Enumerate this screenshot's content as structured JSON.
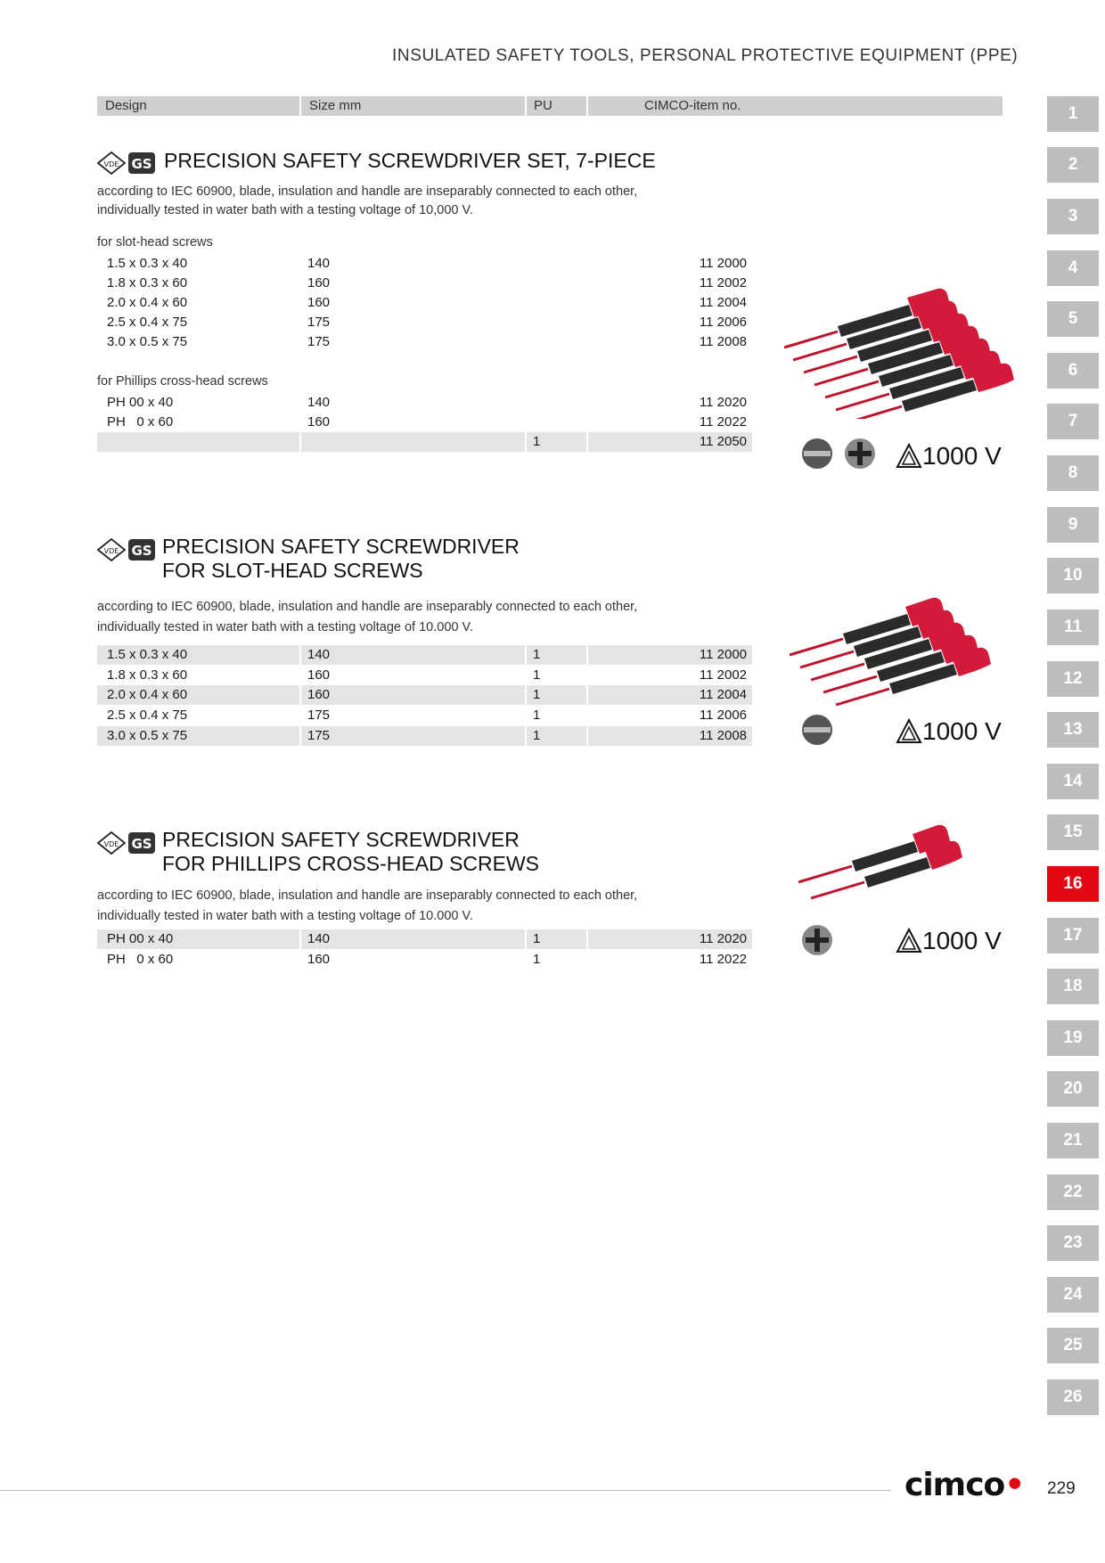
{
  "header": {
    "title": "INSULATED SAFETY TOOLS, PERSONAL PROTECTIVE EQUIPMENT (PPE)"
  },
  "columns": [
    "Design",
    "Size mm",
    "PU",
    "CIMCO-item no."
  ],
  "sections": [
    {
      "title": "PRECISION SAFETY SCREWDRIVER SET, 7-PIECE",
      "description": [
        "according to IEC 60900, blade, insulation and handle are inseparably connected to each other,",
        "individually tested in water bath with a testing voltage of 10,000 V."
      ],
      "group1_label": "for slot-head screws",
      "group1": [
        [
          "1.5 x 0.3 x 40",
          "140",
          "",
          "11 2000"
        ],
        [
          "1.8 x 0.3 x 60",
          "160",
          "",
          "11 2002"
        ],
        [
          "2.0 x 0.4 x 60",
          "160",
          "",
          "11 2004"
        ],
        [
          "2.5 x 0.4 x 75",
          "175",
          "",
          "11 2006"
        ],
        [
          "3.0 x 0.5 x 75",
          "175",
          "",
          "11 2008"
        ]
      ],
      "group2_label": "for Phillips cross-head screws",
      "group2": [
        [
          "PH 00 x 40",
          "140",
          "",
          "11 2020"
        ],
        [
          "PH   0 x 60",
          "160",
          "",
          "11 2022"
        ]
      ],
      "total_row": [
        "",
        "",
        "1",
        "11 2050"
      ],
      "voltage": "1000 V"
    },
    {
      "title_lines": [
        "PRECISION SAFETY SCREWDRIVER",
        "FOR SLOT-HEAD SCREWS"
      ],
      "description": [
        "according to IEC 60900, blade, insulation and handle are inseparably connected to each other,",
        "individually tested in water bath with a testing voltage of 10.000 V."
      ],
      "rows": [
        [
          "1.5 x 0.3 x 40",
          "140",
          "1",
          "11 2000"
        ],
        [
          "1.8 x 0.3 x 60",
          "160",
          "1",
          "11 2002"
        ],
        [
          "2.0 x 0.4 x 60",
          "160",
          "1",
          "11 2004"
        ],
        [
          "2.5 x 0.4 x 75",
          "175",
          "1",
          "11 2006"
        ],
        [
          "3.0 x 0.5 x 75",
          "175",
          "1",
          "11 2008"
        ]
      ],
      "voltage": "1000 V"
    },
    {
      "title_lines": [
        "PRECISION SAFETY SCREWDRIVER",
        "FOR PHILLIPS CROSS-HEAD SCREWS"
      ],
      "description": [
        "according to IEC 60900, blade, insulation and handle are inseparably connected to each other,",
        "individually tested in water bath with a testing voltage of 10.000 V."
      ],
      "rows": [
        [
          "PH 00 x 40",
          "140",
          "1",
          "11 2020"
        ],
        [
          "PH   0 x 60",
          "160",
          "1",
          "11 2022"
        ]
      ],
      "voltage": "1000 V"
    }
  ],
  "tabs": [
    "1",
    "2",
    "3",
    "4",
    "5",
    "6",
    "7",
    "8",
    "9",
    "10",
    "11",
    "12",
    "13",
    "14",
    "15",
    "16",
    "17",
    "18",
    "19",
    "20",
    "21",
    "22",
    "23",
    "24",
    "25",
    "26"
  ],
  "active_tab": "16",
  "brand": {
    "name": "cimco",
    "accent": "#e30613"
  },
  "page_number": "229",
  "icons": [
    "vde-mark-icon",
    "gs-mark-icon",
    "slot-head-icon",
    "cross-head-icon",
    "insulation-triangle-icon",
    "screwdriver-set-image"
  ]
}
